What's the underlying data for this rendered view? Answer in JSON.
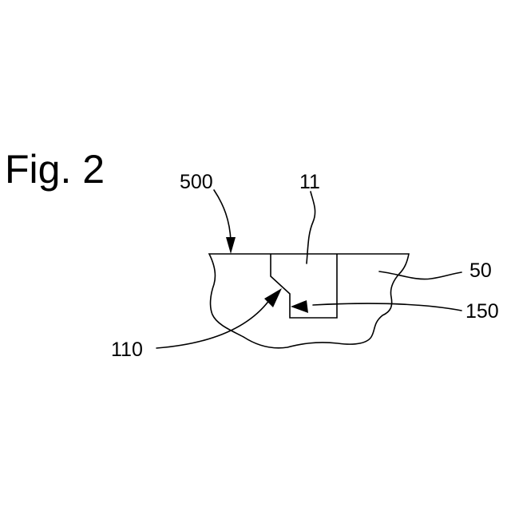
{
  "figure": {
    "title": "Fig. 2",
    "labels": {
      "l500": "500",
      "l11": "11",
      "l50": "50",
      "l150": "150",
      "l110": "110"
    }
  },
  "colors": {
    "ink": "#000000",
    "background": "#ffffff"
  }
}
